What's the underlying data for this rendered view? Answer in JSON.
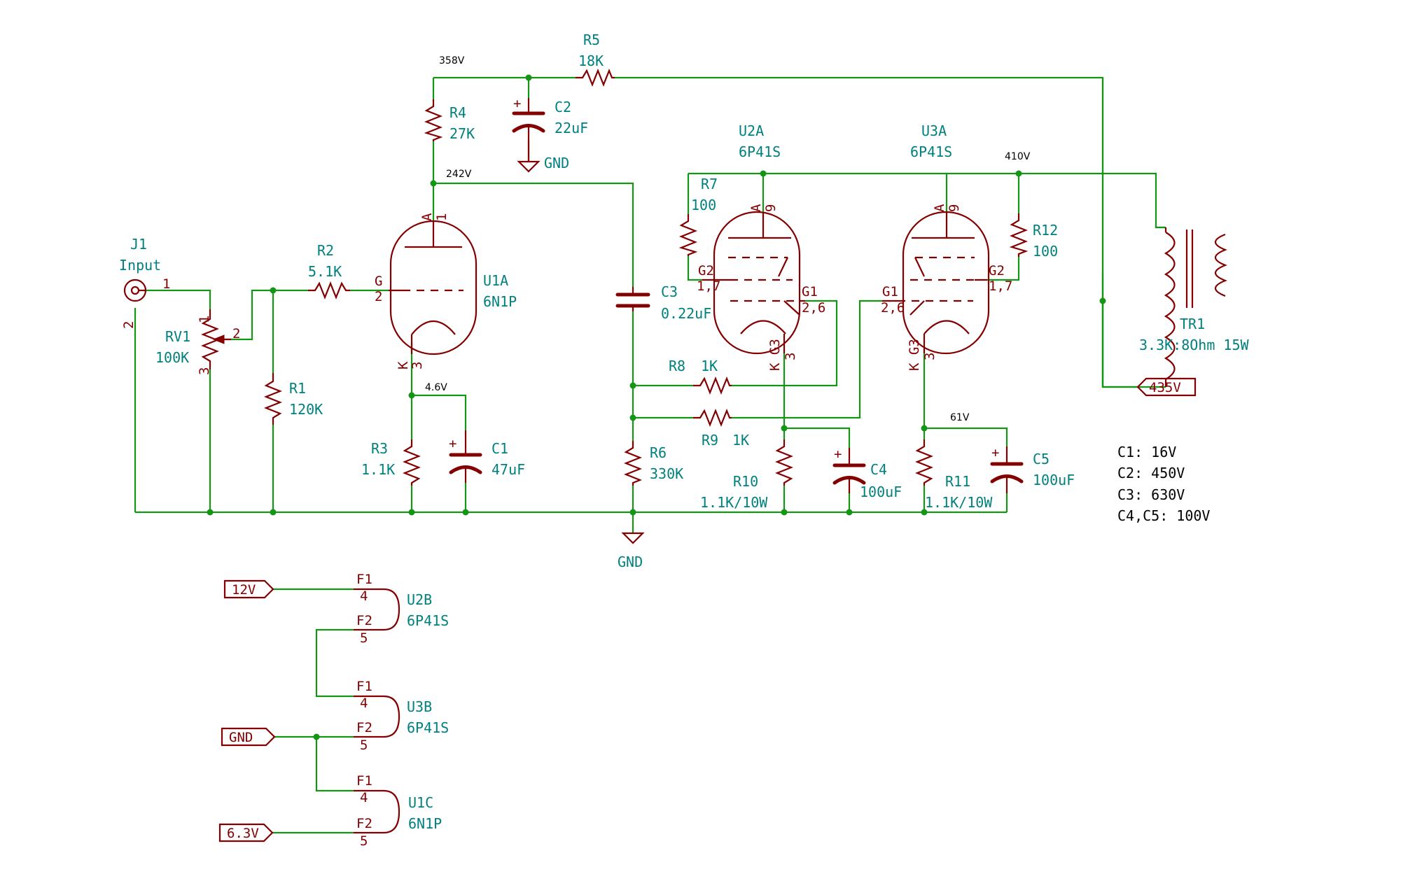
{
  "schematic": {
    "components": {
      "J1": {
        "ref": "J1",
        "value": "Input",
        "pin1": "1",
        "pin2": "2"
      },
      "RV1": {
        "ref": "RV1",
        "value": "100K",
        "pin1": "1",
        "pin2": "2",
        "pin3": "3"
      },
      "R1": {
        "ref": "R1",
        "value": "120K"
      },
      "R2": {
        "ref": "R2",
        "value": "5.1K"
      },
      "R3": {
        "ref": "R3",
        "value": "1.1K"
      },
      "R4": {
        "ref": "R4",
        "value": "27K"
      },
      "R5": {
        "ref": "R5",
        "value": "18K"
      },
      "R6": {
        "ref": "R6",
        "value": "330K"
      },
      "R7": {
        "ref": "R7",
        "value": "100"
      },
      "R8": {
        "ref": "R8",
        "value": "1K"
      },
      "R9": {
        "ref": "R9",
        "value": "1K"
      },
      "R10": {
        "ref": "R10",
        "value": "1.1K/10W"
      },
      "R11": {
        "ref": "R11",
        "value": "1.1K/10W"
      },
      "R12": {
        "ref": "R12",
        "value": "100"
      },
      "C1": {
        "ref": "C1",
        "value": "47uF"
      },
      "C2": {
        "ref": "C2",
        "value": "22uF"
      },
      "C3": {
        "ref": "C3",
        "value": "0.22uF"
      },
      "C4": {
        "ref": "C4",
        "value": "100uF"
      },
      "C5": {
        "ref": "C5",
        "value": "100uF"
      },
      "U1A": {
        "ref": "U1A",
        "value": "6N1P",
        "pin_a": "A",
        "pin_a_num": "1",
        "pin_g": "G",
        "pin_g_num": "2",
        "pin_k": "K",
        "pin_k_num": "3"
      },
      "U2A": {
        "ref": "U2A",
        "value": "6P41S",
        "pin_a": "A",
        "pin_a_num": "9",
        "pin_g2": "G2",
        "pin_g2_num": "1,7",
        "pin_g1": "G1",
        "pin_g1_num": "2,6",
        "pin_k": "K G3",
        "pin_k_num": "3"
      },
      "U3A": {
        "ref": "U3A",
        "value": "6P41S",
        "pin_a": "A",
        "pin_a_num": "9",
        "pin_g2": "G2",
        "pin_g2_num": "1,7",
        "pin_g1": "G1",
        "pin_g1_num": "2,6",
        "pin_k": "K G3",
        "pin_k_num": "3"
      },
      "TR1": {
        "ref": "TR1",
        "value": "3.3K:8Ohm 15W"
      },
      "U2B": {
        "ref": "U2B",
        "value": "6P41S",
        "f1": "F1",
        "f1_num": "4",
        "f2": "F2",
        "f2_num": "5"
      },
      "U3B": {
        "ref": "U3B",
        "value": "6P41S",
        "f1": "F1",
        "f1_num": "4",
        "f2": "F2",
        "f2_num": "5"
      },
      "U1C": {
        "ref": "U1C",
        "value": "6N1P",
        "f1": "F1",
        "f1_num": "4",
        "f2": "F2",
        "f2_num": "5"
      }
    },
    "voltages": {
      "v358": "358V",
      "v242": "242V",
      "v4_6": "4.6V",
      "v410": "410V",
      "v61": "61V"
    },
    "power_symbols": {
      "gnd_c2": "GND",
      "gnd_main": "GND"
    },
    "net_labels": {
      "l435": "435V",
      "l12": "12V",
      "lgnd": "GND",
      "l63": "6.3V"
    },
    "notes": [
      "C1: 16V",
      "C2: 450V",
      "C3: 630V",
      "C4,C5: 100V"
    ],
    "colors": {
      "wire": "#159515",
      "component": "#840000",
      "reference": "#00807f"
    }
  }
}
